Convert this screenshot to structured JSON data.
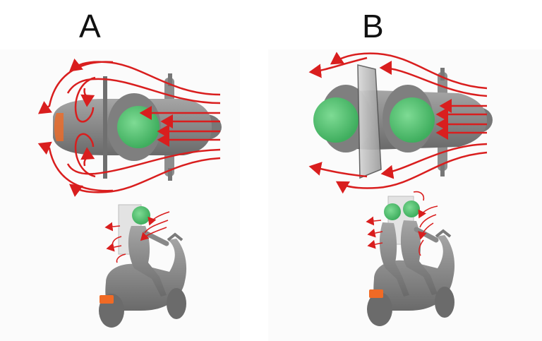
{
  "panels": [
    {
      "label": "A",
      "top_view": {
        "riders": 1
      },
      "side_view": {
        "riders": 1
      }
    },
    {
      "label": "B",
      "top_view": {
        "riders": 2
      },
      "side_view": {
        "riders": 2
      }
    }
  ],
  "colors": {
    "airflow": "#d91e1e",
    "helmet": "#5cc97a",
    "body": "#8a8a8a",
    "shield": "#b9b9b9",
    "scooter_accent": "#f06a25",
    "label": "#111111"
  },
  "icons": {
    "airflow_line": "arrow-curve-icon",
    "helmet": "circle-icon"
  }
}
